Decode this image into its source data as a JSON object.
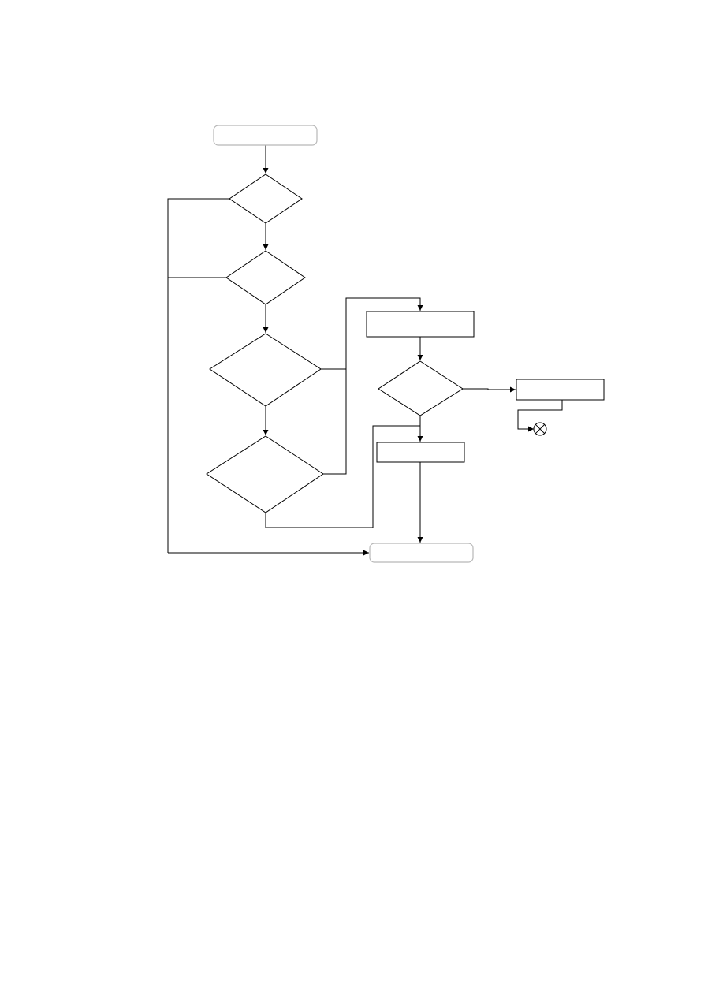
{
  "diagram": {
    "type": "flowchart",
    "labels_visible": false,
    "colors": {
      "stroke": "#000000",
      "terminal_stroke": "#b8b8b8",
      "fill": "#ffffff"
    },
    "nodes": [
      {
        "id": "start",
        "kind": "terminal",
        "label": ""
      },
      {
        "id": "decision-1",
        "kind": "decision",
        "label": ""
      },
      {
        "id": "decision-2",
        "kind": "decision",
        "label": ""
      },
      {
        "id": "decision-3",
        "kind": "decision",
        "label": ""
      },
      {
        "id": "decision-4",
        "kind": "decision",
        "label": ""
      },
      {
        "id": "process-1",
        "kind": "process",
        "label": ""
      },
      {
        "id": "decision-5",
        "kind": "decision",
        "label": ""
      },
      {
        "id": "process-2",
        "kind": "process",
        "label": ""
      },
      {
        "id": "process-3",
        "kind": "process",
        "label": ""
      },
      {
        "id": "connector",
        "kind": "summing-junction",
        "label": ""
      },
      {
        "id": "end",
        "kind": "terminal",
        "label": ""
      }
    ]
  }
}
